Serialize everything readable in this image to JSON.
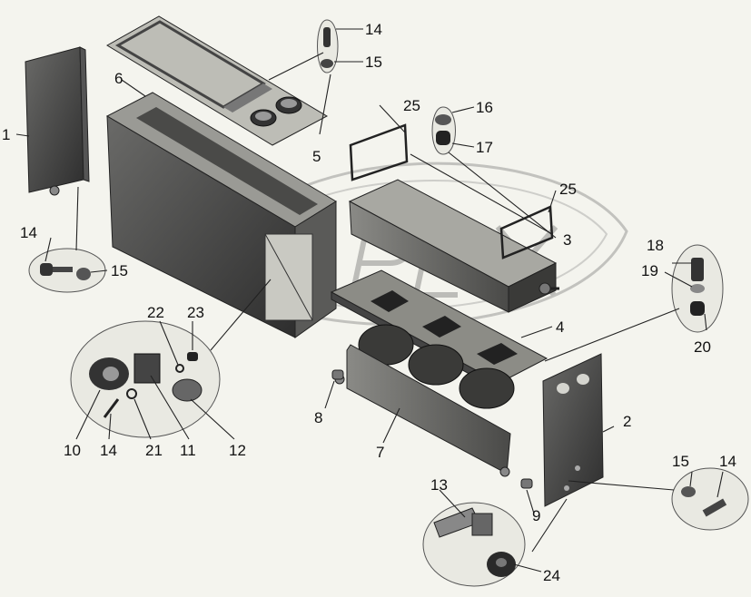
{
  "diagram": {
    "watermark": "OPEX",
    "callouts": [
      {
        "id": "c1",
        "text": "1"
      },
      {
        "id": "c2",
        "text": "2"
      },
      {
        "id": "c3",
        "text": "3"
      },
      {
        "id": "c4",
        "text": "4"
      },
      {
        "id": "c5",
        "text": "5"
      },
      {
        "id": "c6",
        "text": "6"
      },
      {
        "id": "c7",
        "text": "7"
      },
      {
        "id": "c8",
        "text": "8"
      },
      {
        "id": "c9",
        "text": "9"
      },
      {
        "id": "c10",
        "text": "10"
      },
      {
        "id": "c11",
        "text": "11"
      },
      {
        "id": "c12",
        "text": "12"
      },
      {
        "id": "c13",
        "text": "13"
      },
      {
        "id": "c14a",
        "text": "14"
      },
      {
        "id": "c14b",
        "text": "14"
      },
      {
        "id": "c14c",
        "text": "14"
      },
      {
        "id": "c14d",
        "text": "14"
      },
      {
        "id": "c15a",
        "text": "15"
      },
      {
        "id": "c15b",
        "text": "15"
      },
      {
        "id": "c15c",
        "text": "15"
      },
      {
        "id": "c16",
        "text": "16"
      },
      {
        "id": "c17",
        "text": "17"
      },
      {
        "id": "c18",
        "text": "18"
      },
      {
        "id": "c19",
        "text": "19"
      },
      {
        "id": "c20",
        "text": "20"
      },
      {
        "id": "c21",
        "text": "21"
      },
      {
        "id": "c22",
        "text": "22"
      },
      {
        "id": "c23",
        "text": "23"
      },
      {
        "id": "c24",
        "text": "24"
      },
      {
        "id": "c25a",
        "text": "25"
      },
      {
        "id": "c25b",
        "text": "25"
      }
    ]
  }
}
